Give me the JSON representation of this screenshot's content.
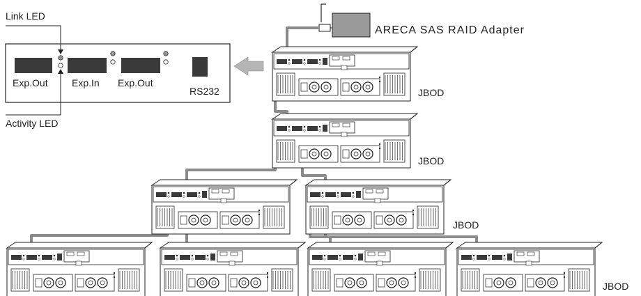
{
  "colors": {
    "cable": "#8a8a8a",
    "frame": "#222222",
    "adapter_fill": "#9a9a9a",
    "port_fill": "#3a3a3a",
    "led_fill": "#9a9a9a",
    "arrow_fill": "#b5b5b5"
  },
  "callouts": {
    "link_led": "Link LED",
    "activity_led": "Activity LED"
  },
  "panel": {
    "port_1": "Exp.Out",
    "port_2": "Exp.In",
    "port_3": "Exp.Out",
    "serial": "RS232"
  },
  "adapter": {
    "label": "ARECA SAS RAID Adapter"
  },
  "jbod_labels": [
    "JBOD",
    "JBOD",
    "JBOD",
    "JBOD"
  ]
}
